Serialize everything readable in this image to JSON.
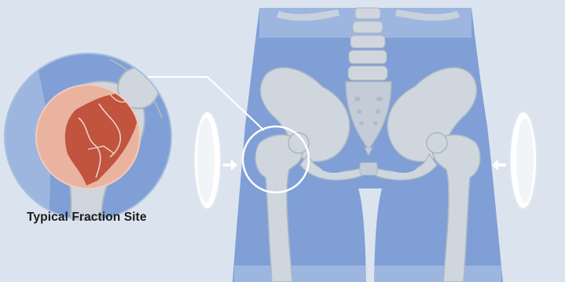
{
  "caption": {
    "text": "Typical Fraction Site"
  },
  "colors": {
    "background": "#dbe4ee",
    "body": "#7f9fd6",
    "bone": "#cfd6de",
    "bone_shadow": "#b7c2ce",
    "fracture_zone": "#e9b3a0",
    "fracture": "#c1533f",
    "callout": "#ffffff"
  },
  "icons": [
    "left-compression-pad",
    "right-compression-pad",
    "left-arrow-icon",
    "right-arrow-icon"
  ]
}
